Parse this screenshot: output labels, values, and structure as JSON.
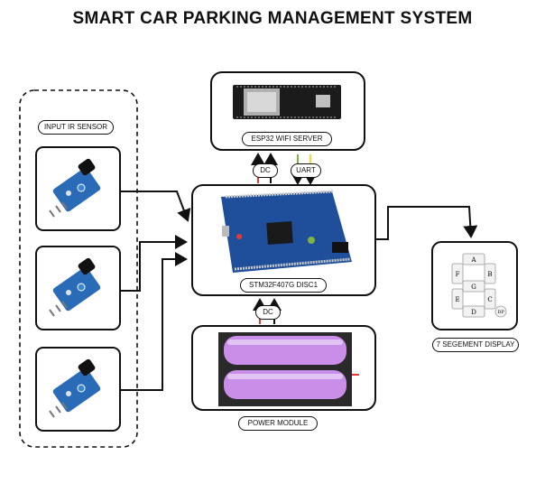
{
  "title": "SMART CAR PARKING MANAGEMENT SYSTEM",
  "blocks": {
    "ir_sensor": "INPUT IR SENSOR",
    "esp32": "ESP32 WIFI SERVER",
    "stm32": "STM32F407G DISC1",
    "display": "7 SEGEMENT DISPLAY",
    "power": "POWER MODULE"
  },
  "connections": {
    "dc_top": "DC",
    "uart": "UART",
    "dc_bottom": "DC"
  },
  "segments": [
    "A",
    "B",
    "C",
    "D",
    "E",
    "F",
    "G",
    "DP"
  ],
  "colors": {
    "wire_red": "#e53935",
    "wire_green": "#7cb342",
    "wire_yellow": "#fdd835",
    "board_blue": "#1f4f9a",
    "battery_purple": "#c98ee8"
  }
}
